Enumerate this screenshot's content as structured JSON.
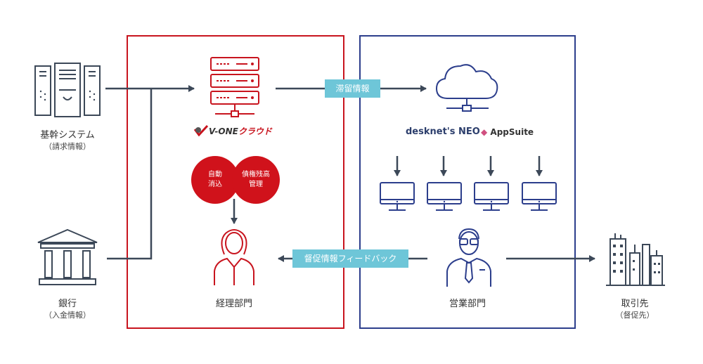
{
  "systems": {
    "kikan": {
      "label": "基幹システム",
      "sub": "（請求情報）"
    },
    "bank": {
      "label": "銀行",
      "sub": "（入金情報）"
    },
    "client": {
      "label": "取引先",
      "sub": "（督促先）"
    }
  },
  "vone": {
    "logo_prefix": "V-ONE",
    "logo_suffix": "クラウド",
    "circle_left": "自動\n消込",
    "circle_right": "債権残高\n管理",
    "dept_label": "経理部門"
  },
  "neo": {
    "desknets": "desknet's NEO",
    "appsuite": "AppSuite",
    "dept_label": "営業部門"
  },
  "tags": {
    "stagnant": "滞留情報",
    "feedback": "督促情報フィードバック"
  },
  "colors": {
    "red": "#c8141e",
    "blue": "#2c3e8c",
    "navy": "#2c3e6c",
    "teal": "#6ec6d8",
    "line": "#3c4858"
  }
}
